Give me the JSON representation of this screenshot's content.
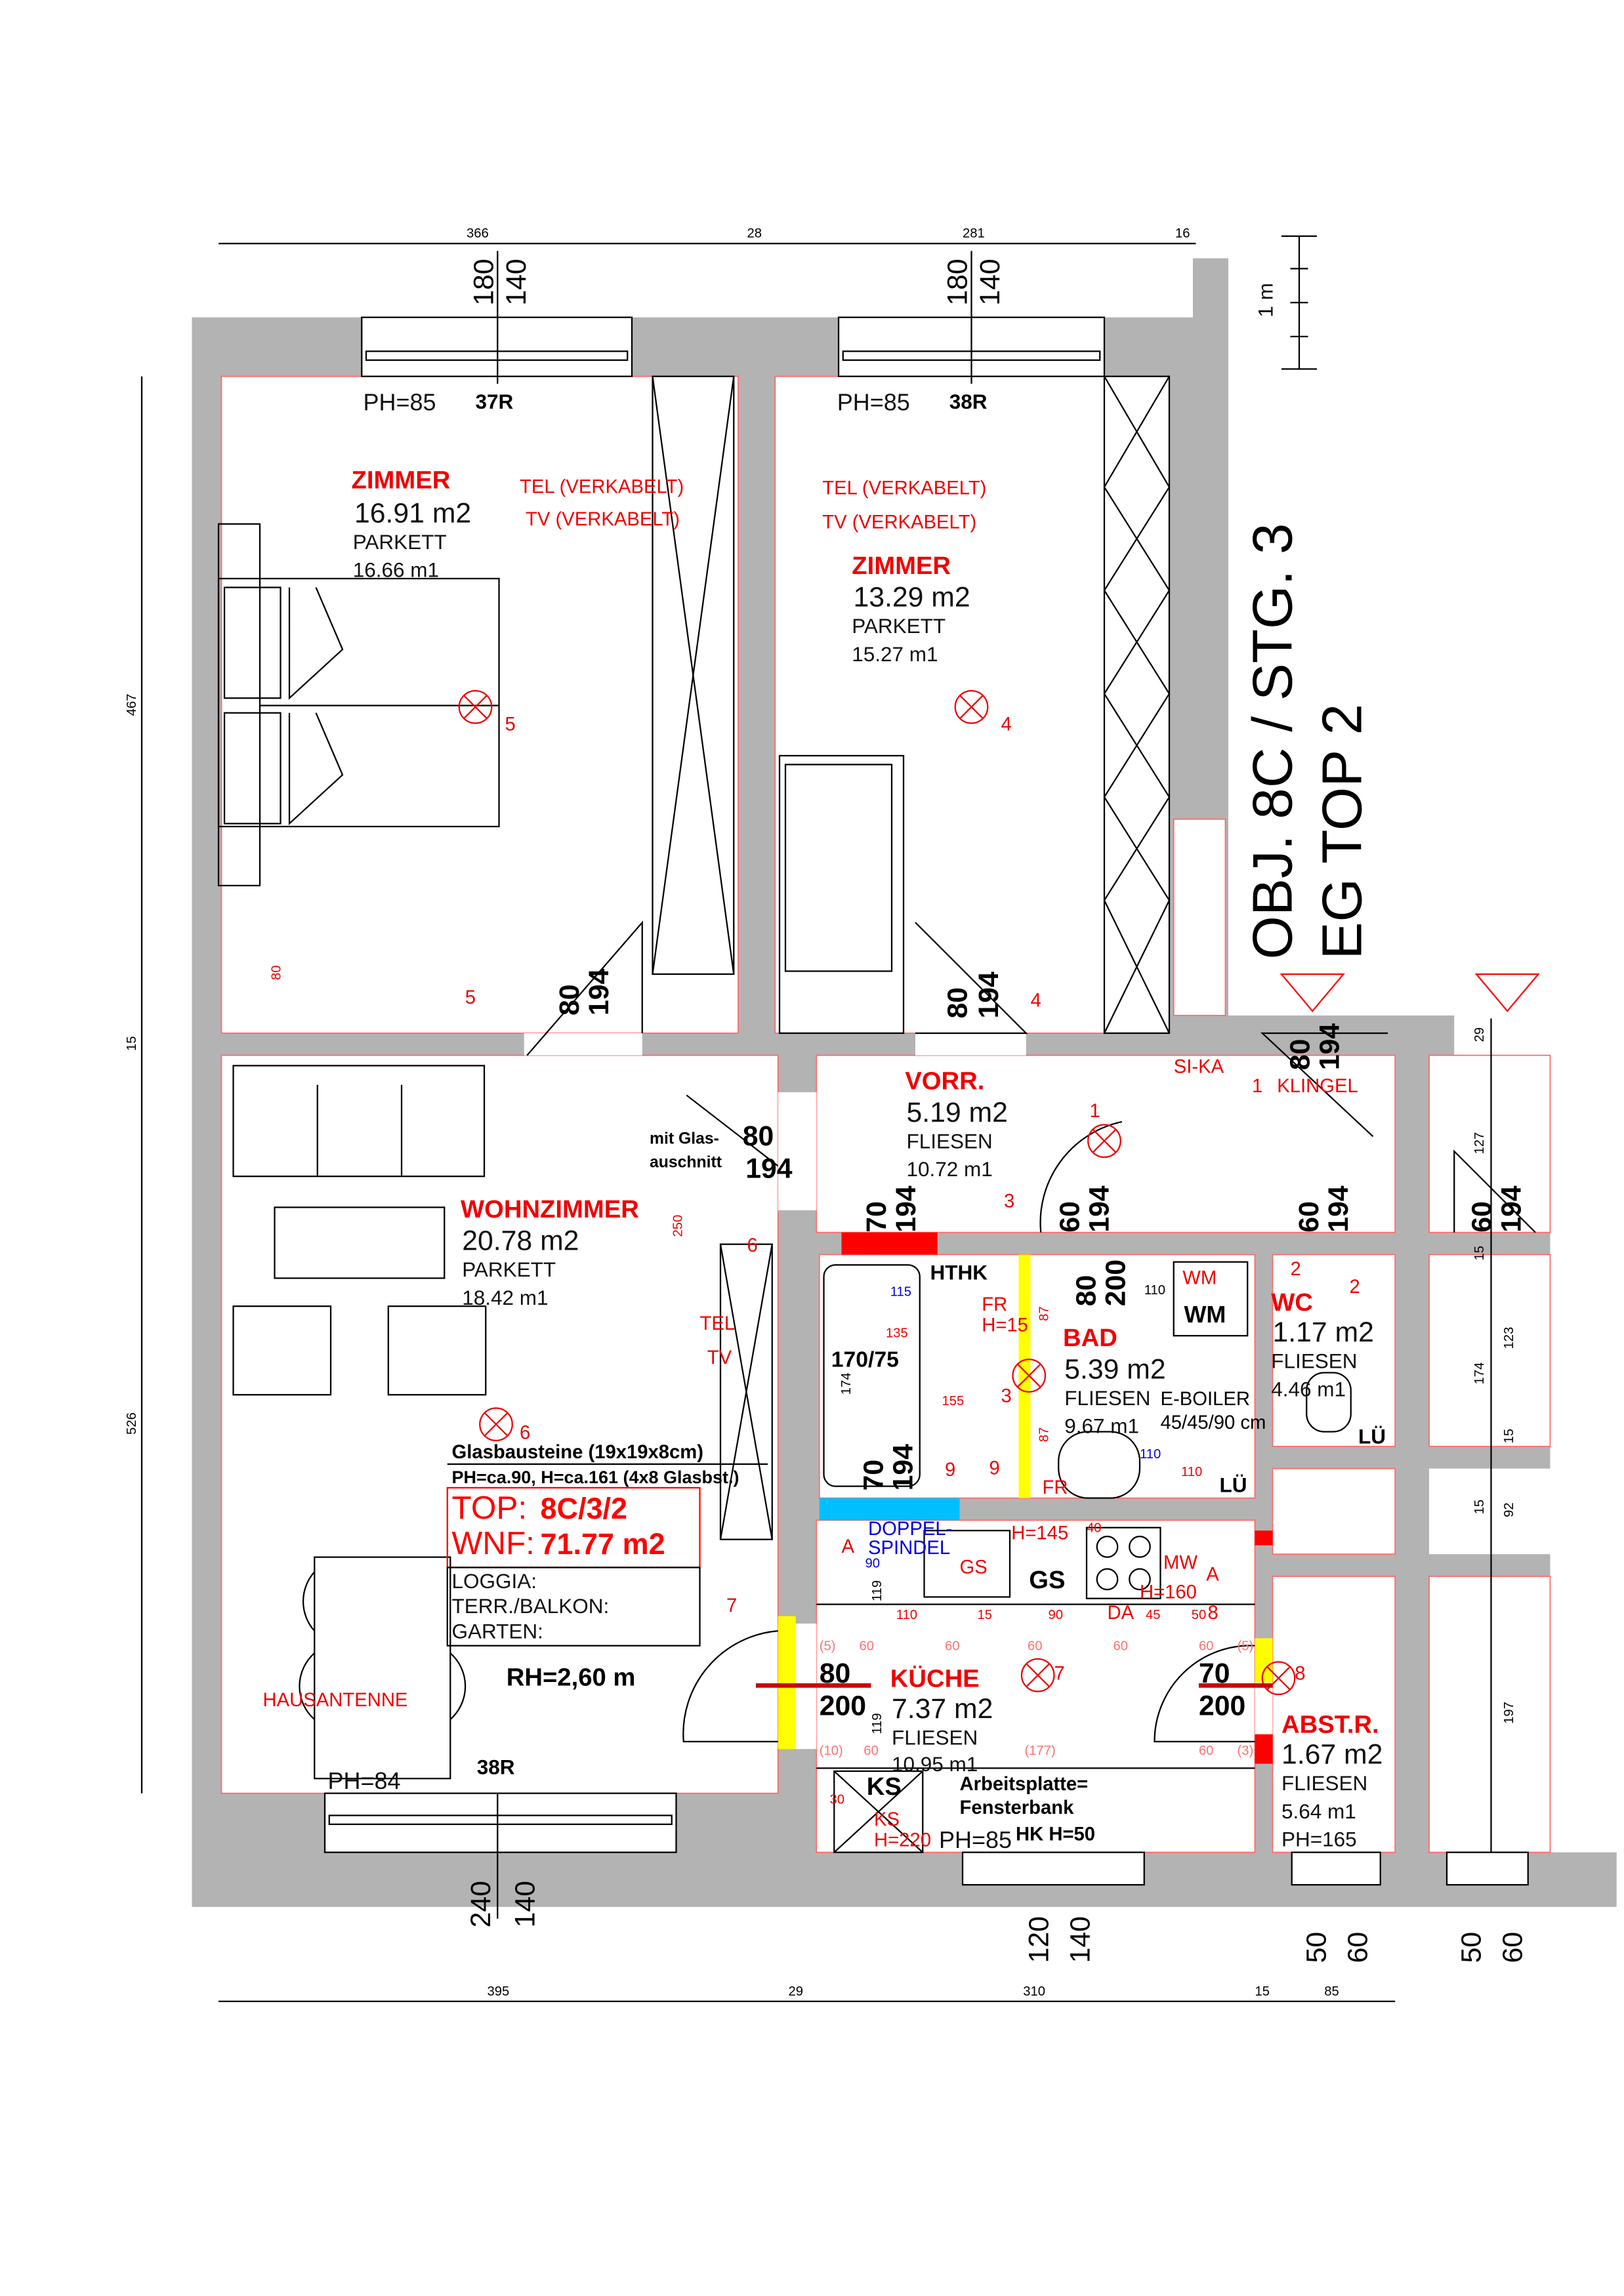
{
  "title": {
    "line1": "OBJ. 8C / STG. 3",
    "line2": "EG  TOP 2"
  },
  "scale_label": "1 m",
  "rooms": [
    {
      "name": "ZIMMER",
      "area": "16.91  m2",
      "floor": "PARKETT",
      "perimeter": "16.66  m1"
    },
    {
      "name": "ZIMMER",
      "area": "13.29  m2",
      "floor": "PARKETT",
      "perimeter": "15.27  m1"
    },
    {
      "name": "WOHNZIMMER",
      "area": "20.78  m2",
      "floor": "PARKETT",
      "perimeter": "18.42  m1"
    },
    {
      "name": "VORR.",
      "area": "5.19  m2",
      "floor": "FLIESEN",
      "perimeter": "10.72  m1"
    },
    {
      "name": "BAD",
      "area": "5.39  m2",
      "floor": "FLIESEN",
      "perimeter": "9.67  m1"
    },
    {
      "name": "WC",
      "area": "1.17  m2",
      "floor": "FLIESEN",
      "perimeter": "4.46  m1"
    },
    {
      "name": "KÜCHE",
      "area": "7.37  m2",
      "floor": "FLIESEN",
      "perimeter": "10.95  m1"
    },
    {
      "name": "ABST.R.",
      "area": "1.67  m2",
      "floor": "FLIESEN",
      "perimeter": "5.64  m1",
      "extra": "PH=165"
    }
  ],
  "info_box": {
    "top_label": "TOP:",
    "top_value": "8C/3/2",
    "wnf_label": "WNF:",
    "wnf_value": "71.77 m2",
    "loggia": "LOGGIA:",
    "terrace": "TERR./BALKON:",
    "garden": "GARTEN:"
  },
  "notes": {
    "glass1": "Glasbausteine (19x19x8cm)",
    "glass2": "PH=ca.90, H=ca.161 (4x8 Glasbst.)",
    "room_height": "RH=2,60 m",
    "glass_cut1": "mit Glas-",
    "glass_cut2": "auschnitt",
    "worktop1": "Arbeitsplatte=",
    "worktop2": "Fensterbank",
    "hk": "HK H=50",
    "tub": "170/75",
    "hthk": "HTHK",
    "wm": "WM",
    "gs": "GS",
    "ks": "KS",
    "lue1": "LÜ",
    "lue2": "LÜ"
  },
  "electrical": {
    "tel1": "TEL (VERKABELT)",
    "tv1": "TV (VERKABELT)",
    "tel2": "TEL (VERKABELT)",
    "tv2": "TV (VERKABELT)",
    "hausantenne": "HAUSANTENNE",
    "klingel": "KLINGEL",
    "sika": "SI-KA",
    "fr": "FR",
    "fr_h": "H=15",
    "fr2": "FR",
    "tel3": "TEL",
    "tv3": "TV",
    "wm_red": "WM",
    "h145": "H=145",
    "mw": "MW",
    "a": "A",
    "h160": "H=160",
    "da": "DA",
    "ks_red": "KS",
    "h220": "H=220",
    "gs_red": "GS",
    "a2": "A",
    "eboiler1": "E-BOILER",
    "eboiler2": "45/45/90 cm",
    "doppel1": "DOPPEL-",
    "doppel2": "SPINDEL"
  },
  "windows": {
    "top1": {
      "ph": "PH=85",
      "code": "37R",
      "w": "180",
      "h": "140"
    },
    "top2": {
      "ph": "PH=85",
      "code": "38R",
      "w": "180",
      "h": "140"
    },
    "bottom1": {
      "ph": "PH=84",
      "code": "38R",
      "w": "240",
      "h": "140"
    },
    "bottom2": {
      "ph": "PH=85",
      "w": "120",
      "h": "140"
    },
    "bottom3": {
      "w": "50",
      "h": "60"
    },
    "bottom4": {
      "w": "50",
      "h": "60"
    }
  },
  "doors": [
    {
      "w": "80",
      "h": "194"
    },
    {
      "w": "80",
      "h": "194"
    },
    {
      "w": "80",
      "h": "194"
    },
    {
      "w": "70",
      "h": "194"
    },
    {
      "w": "60",
      "h": "194"
    },
    {
      "w": "80",
      "h": "200"
    },
    {
      "w": "60",
      "h": "194"
    },
    {
      "w": "80",
      "h": "194"
    },
    {
      "w": "60",
      "h": "194"
    },
    {
      "w": "70",
      "h": "194"
    },
    {
      "w": "80",
      "h": "200"
    },
    {
      "w": "70",
      "h": "200"
    }
  ],
  "dimensions": {
    "top": [
      "366",
      "28",
      "281",
      "16"
    ],
    "bottom": [
      "395",
      "29",
      "310",
      "15",
      "85"
    ],
    "left": [
      "467",
      "15",
      "526"
    ],
    "right": [
      "29",
      "127",
      "15",
      "123",
      "174",
      "15",
      "15",
      "92",
      "197"
    ],
    "inner": [
      "80",
      "250",
      "115",
      "135",
      "155",
      "174",
      "87",
      "87",
      "110",
      "110",
      "110",
      "40",
      "90",
      "119",
      "110",
      "15",
      "90",
      "45",
      "50",
      "60",
      "60",
      "60",
      "60",
      "60",
      "(5)",
      "(5)",
      "(10)",
      "60",
      "(177)",
      "60",
      "(3)",
      "119",
      "30"
    ]
  },
  "circuit_numbers": [
    "5",
    "4",
    "6",
    "1",
    "2",
    "3",
    "7",
    "8",
    "9",
    "5",
    "4",
    "1",
    "2",
    "3",
    "6",
    "7",
    "8",
    "9"
  ]
}
